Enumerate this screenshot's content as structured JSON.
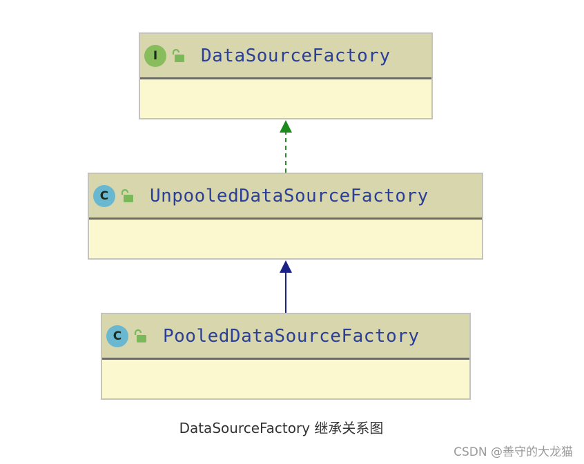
{
  "diagram": {
    "nodes": [
      {
        "id": "DataSourceFactory",
        "kind": "interface",
        "badge": "I",
        "name": "DataSourceFactory"
      },
      {
        "id": "UnpooledDataSourceFactory",
        "kind": "class",
        "badge": "C",
        "name": "UnpooledDataSourceFactory"
      },
      {
        "id": "PooledDataSourceFactory",
        "kind": "class",
        "badge": "C",
        "name": "PooledDataSourceFactory"
      }
    ],
    "edges": [
      {
        "from": "UnpooledDataSourceFactory",
        "to": "DataSourceFactory",
        "type": "implements",
        "style": "dashed",
        "color": "#2d8a2d"
      },
      {
        "from": "PooledDataSourceFactory",
        "to": "UnpooledDataSourceFactory",
        "type": "extends",
        "style": "solid",
        "color": "#1c2187"
      }
    ],
    "colors": {
      "header": "#d8d6ad",
      "body": "#fbf8d0",
      "title_text": "#2b3f97",
      "interface_badge": "#88bc5c",
      "class_badge": "#6ab8d0"
    }
  },
  "caption": "DataSourceFactory 继承关系图",
  "watermark": "CSDN @善守的大龙猫"
}
